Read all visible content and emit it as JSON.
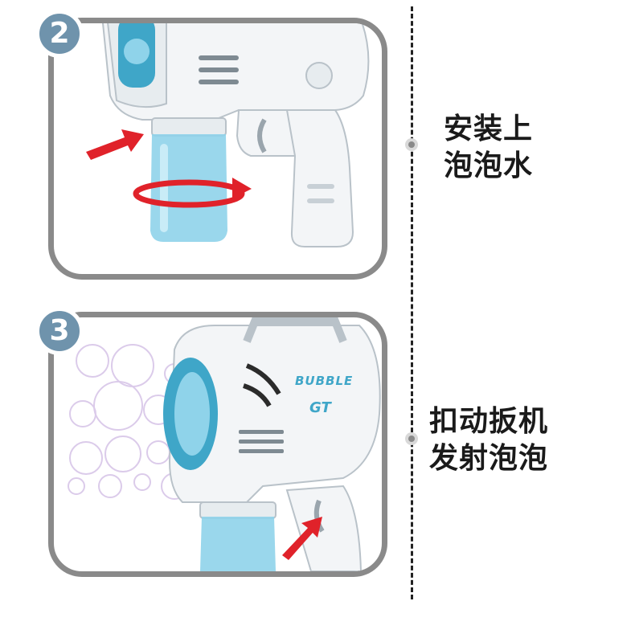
{
  "steps": [
    {
      "number": "2",
      "caption_line1": "安装上",
      "caption_line2": "泡泡水"
    },
    {
      "number": "3",
      "caption_line1": "扣动扳机",
      "caption_line2": "发射泡泡"
    }
  ],
  "toy": {
    "brand_text": "BUBBLE",
    "model_text": "GT"
  },
  "colors": {
    "badge": "#6f93ac",
    "panel_border": "#8a8a8a",
    "arrow": "#e0222a",
    "bottle": "#8fd3ea",
    "toy_accent": "#3fa6c8"
  }
}
